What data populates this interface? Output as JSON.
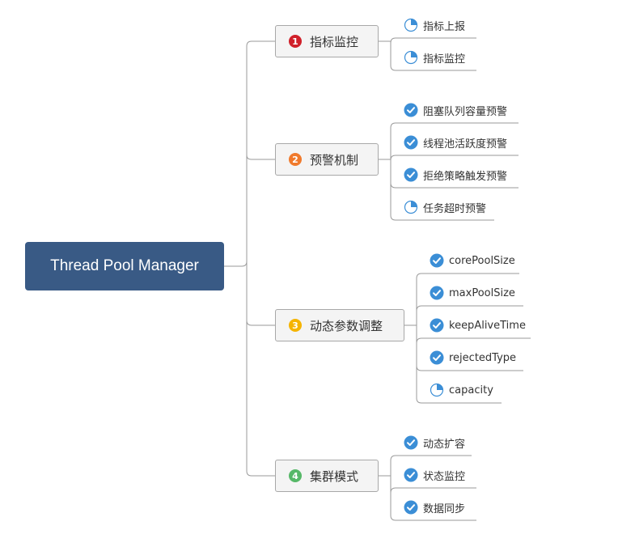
{
  "root": {
    "title": "Thread Pool Manager"
  },
  "colors": {
    "root_bg": "#395a85",
    "line": "#9a9a9a",
    "check": "#3b8ed6",
    "n1": "#d0202a",
    "n2": "#f07a2c",
    "n3": "#f5b400",
    "n4": "#56b868"
  },
  "branches": [
    {
      "number": "1",
      "label": "指标监控",
      "leaves": [
        {
          "label": "指标上报",
          "icon": "partial-progress-icon"
        },
        {
          "label": "指标监控",
          "icon": "partial-progress-icon"
        }
      ]
    },
    {
      "number": "2",
      "label": "预警机制",
      "leaves": [
        {
          "label": "阻塞队列容量预警",
          "icon": "check-circle-icon"
        },
        {
          "label": "线程池活跃度预警",
          "icon": "check-circle-icon"
        },
        {
          "label": "拒绝策略触发预警",
          "icon": "check-circle-icon"
        },
        {
          "label": "任务超时预警",
          "icon": "partial-progress-icon"
        }
      ]
    },
    {
      "number": "3",
      "label": "动态参数调整",
      "leaves": [
        {
          "label": "corePoolSize",
          "icon": "check-circle-icon"
        },
        {
          "label": "maxPoolSize",
          "icon": "check-circle-icon"
        },
        {
          "label": "keepAliveTime",
          "icon": "check-circle-icon"
        },
        {
          "label": "rejectedType",
          "icon": "check-circle-icon"
        },
        {
          "label": "capacity",
          "icon": "partial-progress-icon"
        }
      ]
    },
    {
      "number": "4",
      "label": "集群模式",
      "leaves": [
        {
          "label": "动态扩容",
          "icon": "check-circle-icon"
        },
        {
          "label": "状态监控",
          "icon": "check-circle-icon"
        },
        {
          "label": "数据同步",
          "icon": "check-circle-icon"
        }
      ]
    }
  ]
}
